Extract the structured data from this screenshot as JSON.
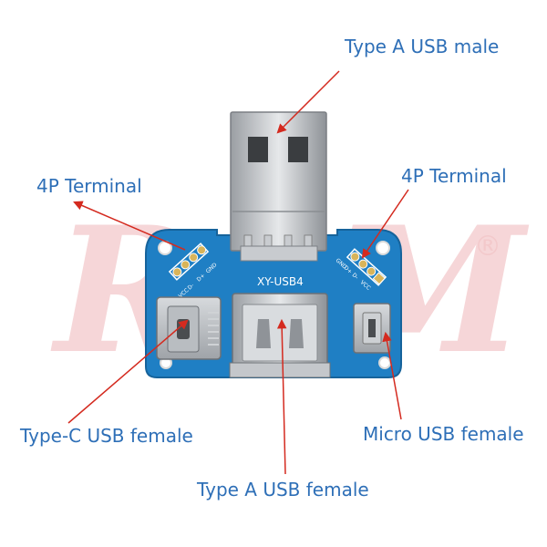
{
  "labels": {
    "usb_a_male": "Type A USB male",
    "terminal_left": "4P Terminal",
    "terminal_right": "4P Terminal",
    "type_c_female": "Type-C USB female",
    "micro_usb_female": "Micro USB female",
    "usb_a_female": "Type A USB female"
  },
  "board": {
    "model": "XY-USB4",
    "pin_labels": [
      "GND",
      "D+",
      "D-",
      "VCC"
    ]
  },
  "watermark": {
    "text": "RAM",
    "registered": "®"
  },
  "colors": {
    "label": "#2e6fb7",
    "arrow": "#d42a1f",
    "pcb": "#1f7fc4",
    "watermark": "#f3c9cb"
  }
}
